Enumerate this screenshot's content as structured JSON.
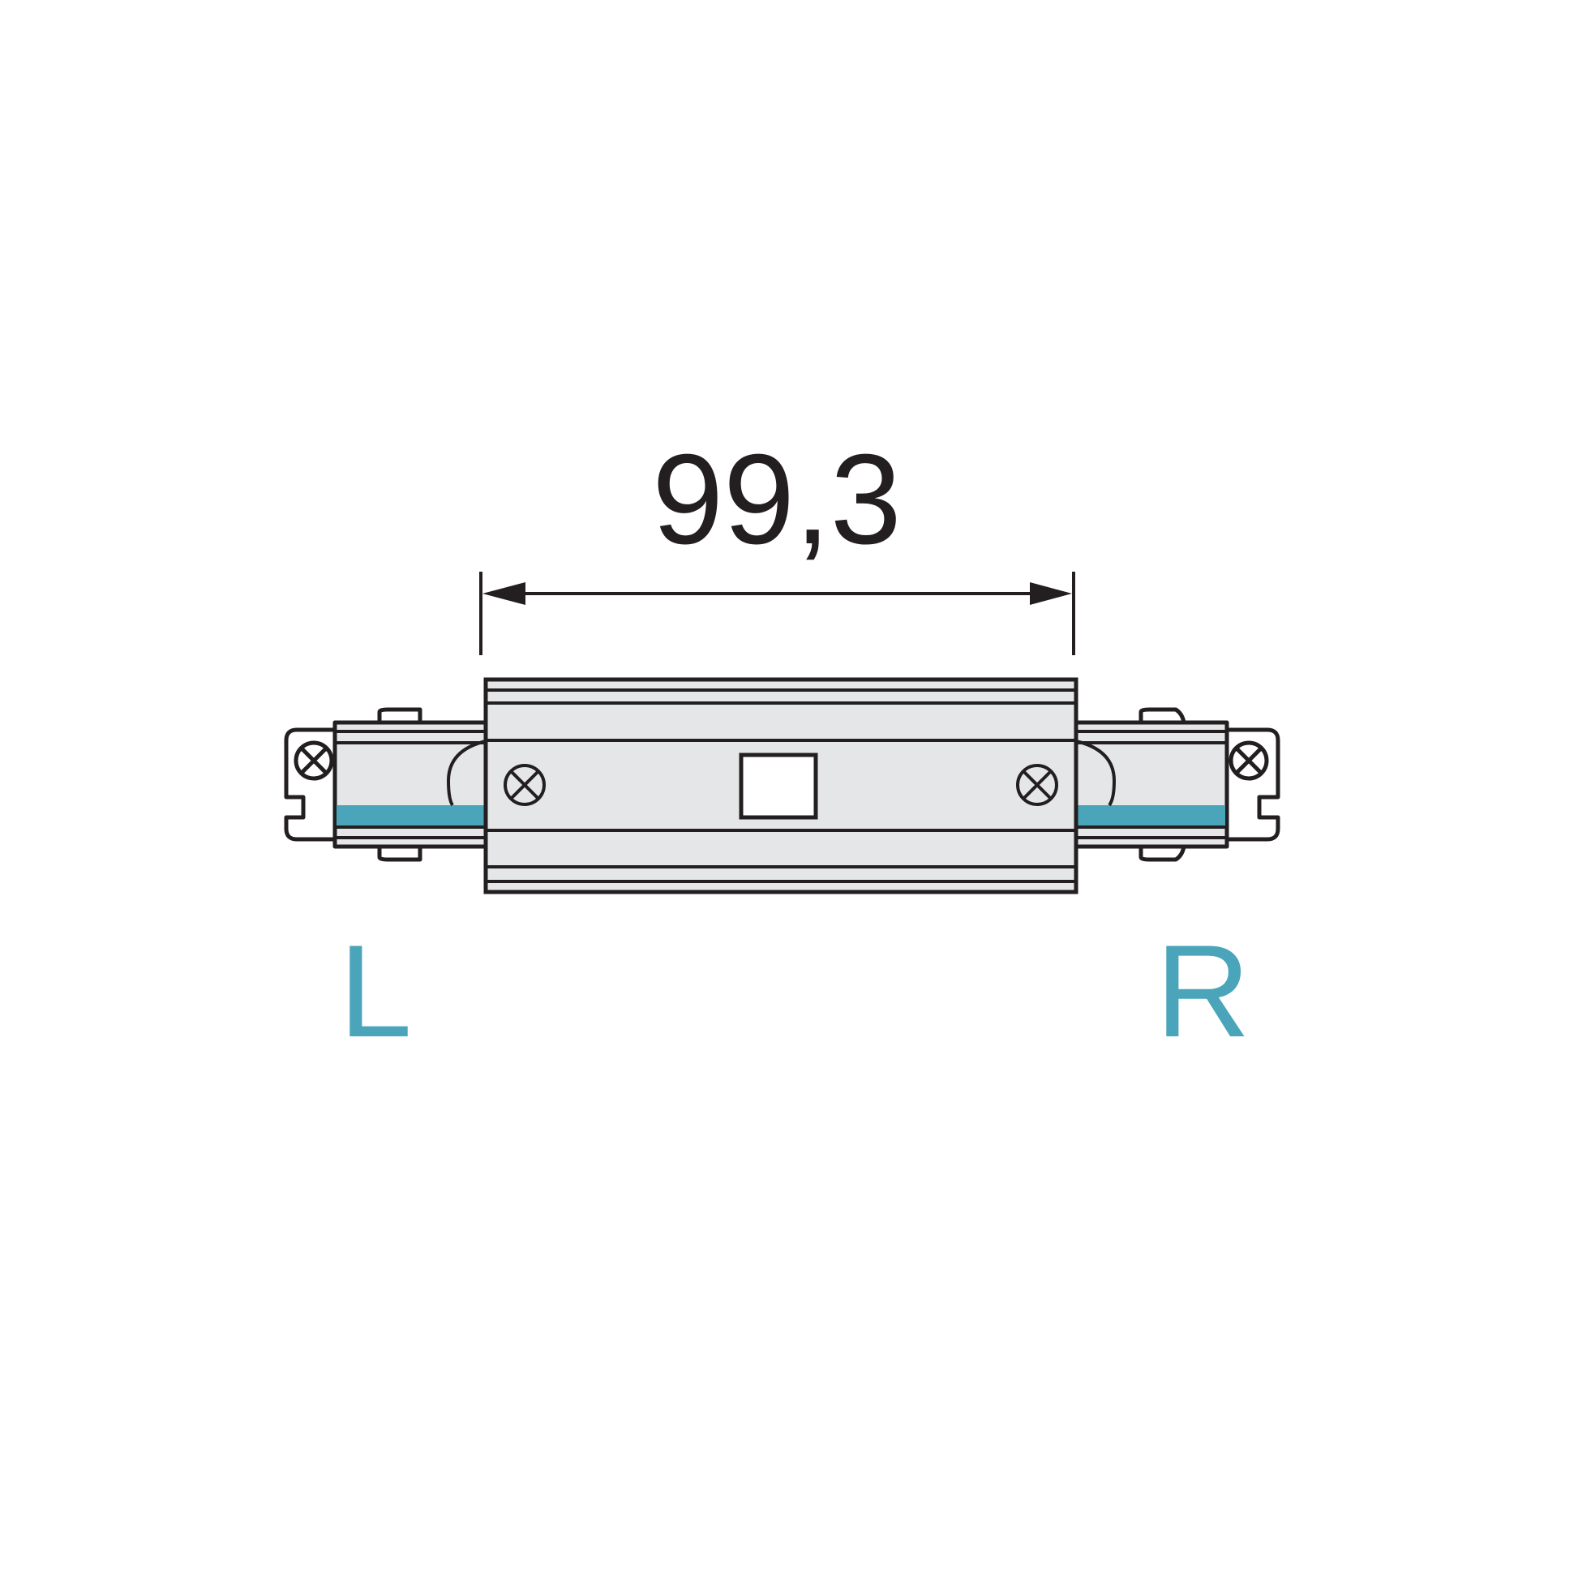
{
  "diagram": {
    "subject": "straight track connector",
    "dimension": {
      "value": "99,3"
    },
    "labels": {
      "left": "L",
      "right": "R"
    },
    "colors": {
      "stroke": "#231f20",
      "body_fill": "#e5e6e8",
      "accent": "#4aa5ba",
      "background": "#ffffff",
      "hole_fill": "#ffffff"
    }
  }
}
